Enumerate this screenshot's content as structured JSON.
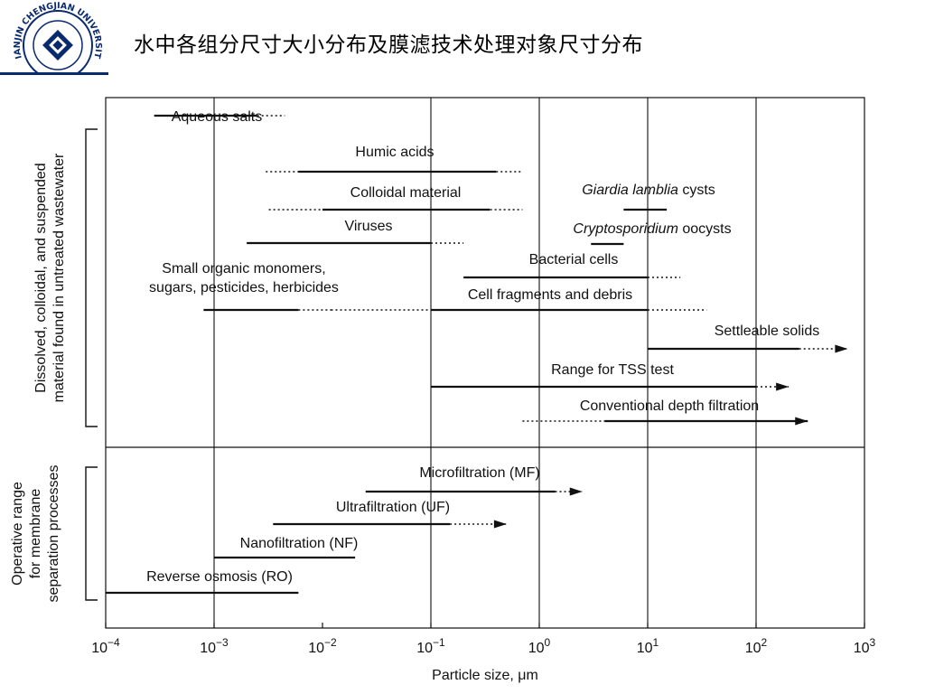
{
  "slide_title": "水中各组分尺寸大小分布及膜滤技术处理对象尺寸分布",
  "logo": {
    "text": "TIANJIN CHENGJIAN UNIVERSITY",
    "icon": "university-seal-icon"
  },
  "colors": {
    "ink": "#111111",
    "brand": "#0a2a6e"
  },
  "chart_data": {
    "type": "range-bar",
    "x_scale": "log",
    "xlim": [
      0.0001,
      1000
    ],
    "xlabel": "Particle size, μm",
    "x_ticks": [
      {
        "value": 0.0001,
        "base": "10",
        "exp": "−4"
      },
      {
        "value": 0.001,
        "base": "10",
        "exp": "−3"
      },
      {
        "value": 0.01,
        "base": "10",
        "exp": "−2"
      },
      {
        "value": 0.1,
        "base": "10",
        "exp": "−1"
      },
      {
        "value": 1,
        "base": "10",
        "exp": "0"
      },
      {
        "value": 10,
        "base": "10",
        "exp": "1"
      },
      {
        "value": 100,
        "base": "10",
        "exp": "2"
      },
      {
        "value": 1000,
        "base": "10",
        "exp": "3"
      }
    ],
    "grid_x": [
      0.001,
      0.1,
      1,
      10,
      100
    ],
    "groups": [
      {
        "label_lines": [
          "Dissolved, colloidal, and suspended",
          "material found in untreated wastewater"
        ]
      },
      {
        "label_lines": [
          "Operative range",
          "for membrane",
          "separation processes"
        ]
      }
    ],
    "items": [
      {
        "group": 0,
        "label": [
          "Aqueous salts"
        ],
        "solid": [
          0.00028,
          0.0025
        ],
        "dotted": [
          0.0025,
          0.0045
        ]
      },
      {
        "group": 0,
        "label": [
          "Humic acids"
        ],
        "solid": [
          0.006,
          0.4
        ],
        "dotted": [
          0.003,
          0.7
        ]
      },
      {
        "group": 0,
        "label": [
          "Colloidal material"
        ],
        "solid": [
          0.01,
          0.35
        ],
        "dotted": [
          0.0032,
          0.7
        ]
      },
      {
        "group": 0,
        "label": [
          "Viruses"
        ],
        "solid": [
          0.002,
          0.1
        ],
        "dotted": [
          0.1,
          0.2
        ]
      },
      {
        "group": 0,
        "label": [
          "Giardia lamblia cysts"
        ],
        "italic": [
          "Giardia lamblia"
        ],
        "solid": [
          6,
          15
        ]
      },
      {
        "group": 0,
        "label": [
          "Cryptosporidium oocysts"
        ],
        "italic": [
          "Cryptosporidium"
        ],
        "solid": [
          3,
          6
        ]
      },
      {
        "group": 0,
        "label": [
          "Bacterial cells"
        ],
        "solid": [
          0.2,
          10
        ],
        "dotted": [
          10,
          20
        ]
      },
      {
        "group": 0,
        "label": [
          "Small organic monomers,",
          "sugars, pesticides, herbicides"
        ],
        "solid": [
          0.0008,
          0.006
        ],
        "dotted": [
          0.006,
          0.012
        ]
      },
      {
        "group": 0,
        "label": [
          "Cell fragments and debris"
        ],
        "solid": [
          0.1,
          10
        ],
        "dotted": [
          0.012,
          0.1
        ],
        "dotted2": [
          10,
          35
        ]
      },
      {
        "group": 0,
        "label": [
          "Settleable solids"
        ],
        "solid": [
          10,
          250
        ],
        "dotted": [
          250,
          700
        ],
        "arrow": true
      },
      {
        "group": 0,
        "label": [
          "Range for TSS test"
        ],
        "solid": [
          0.1,
          100
        ],
        "dotted": [
          100,
          200
        ],
        "arrow": true
      },
      {
        "group": 0,
        "label": [
          "Conventional depth filtration"
        ],
        "solid": [
          4,
          300
        ],
        "dotted": [
          0.7,
          4
        ],
        "arrow": true
      },
      {
        "group": 1,
        "label": [
          "Microfiltration (MF)"
        ],
        "solid": [
          0.025,
          1.4
        ],
        "dotted": [
          1.4,
          2.5
        ],
        "arrow": true
      },
      {
        "group": 1,
        "label": [
          "Ultrafiltration (UF)"
        ],
        "solid": [
          0.0035,
          0.15
        ],
        "dotted": [
          0.15,
          0.5
        ],
        "arrow": true
      },
      {
        "group": 1,
        "label": [
          "Nanofiltration (NF)"
        ],
        "solid": [
          0.001,
          0.02
        ]
      },
      {
        "group": 1,
        "label": [
          "Reverse osmosis (RO)"
        ],
        "solid": [
          0.0001,
          0.006
        ]
      }
    ]
  }
}
